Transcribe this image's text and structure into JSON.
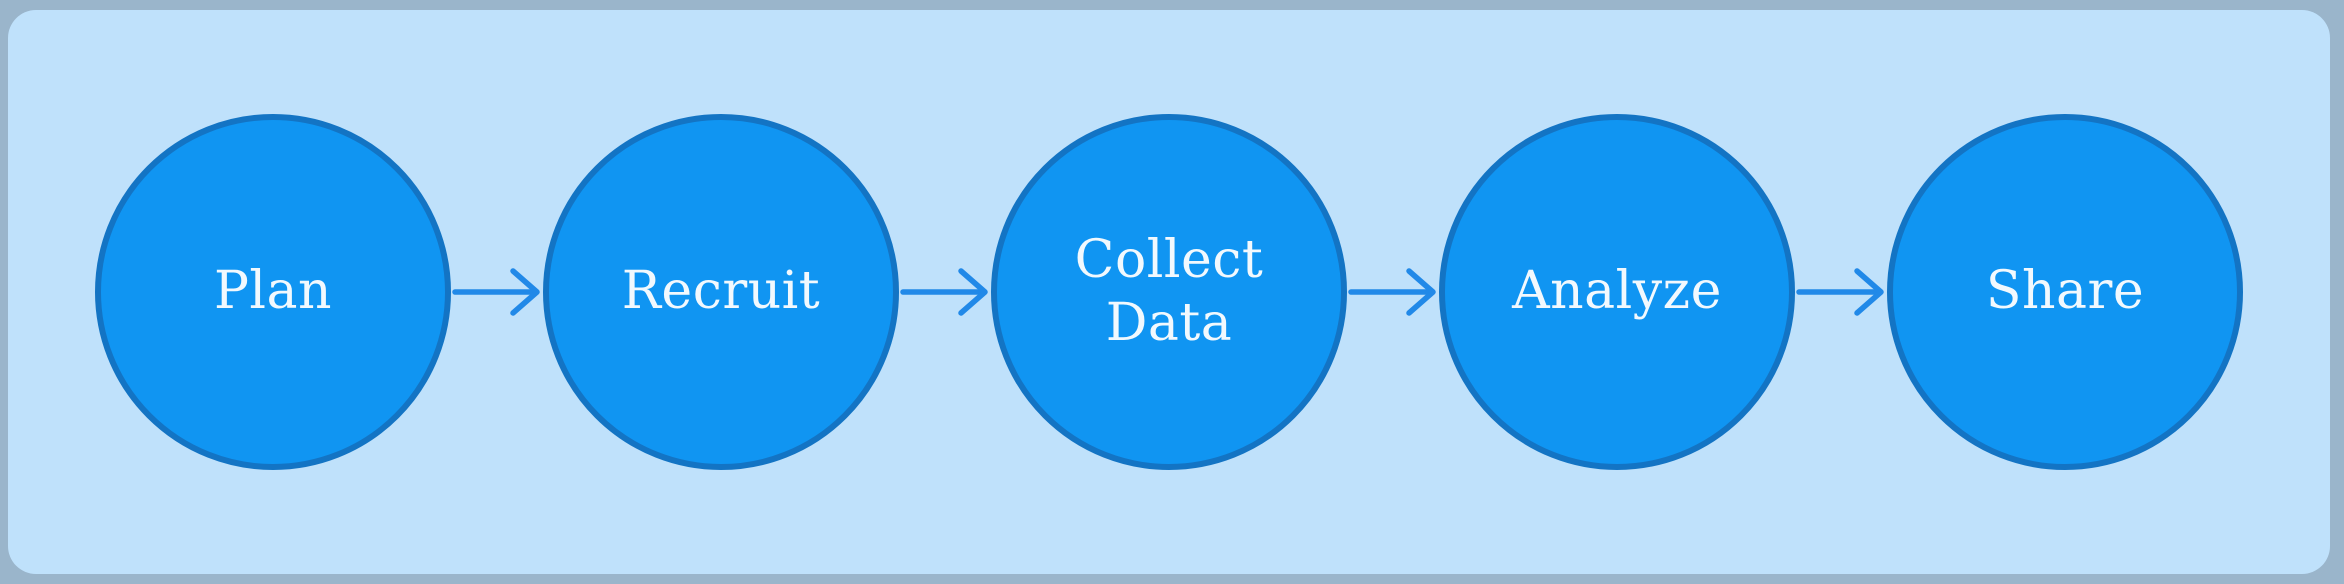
{
  "diagram": {
    "type": "flowchart",
    "direction": "left-to-right",
    "steps": [
      {
        "label": "Plan"
      },
      {
        "label": "Recruit"
      },
      {
        "label": "Collect Data"
      },
      {
        "label": "Analyze"
      },
      {
        "label": "Share"
      }
    ],
    "connectors": [
      {
        "from": "Plan",
        "to": "Recruit",
        "icon": "arrow-right-icon"
      },
      {
        "from": "Recruit",
        "to": "Collect Data",
        "icon": "arrow-right-icon"
      },
      {
        "from": "Collect Data",
        "to": "Analyze",
        "icon": "arrow-right-icon"
      },
      {
        "from": "Analyze",
        "to": "Share",
        "icon": "arrow-right-icon"
      }
    ]
  },
  "colors": {
    "outer_background": "#9ab5cb",
    "panel_background": "#bfe1fb",
    "node_fill": "#1095f2",
    "node_border": "#1374c4",
    "arrow": "#2189e8",
    "text": "#f2f9fe"
  }
}
